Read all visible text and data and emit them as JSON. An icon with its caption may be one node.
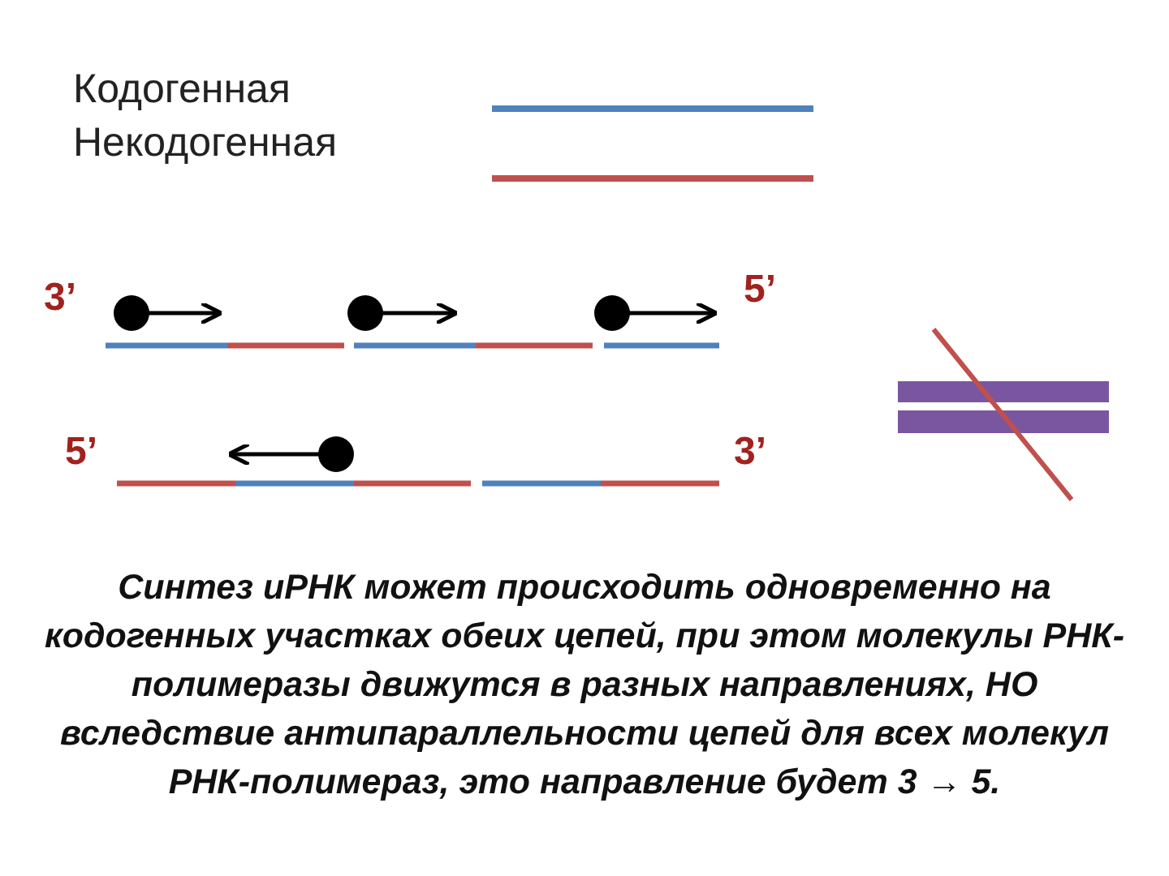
{
  "diagram": {
    "caption": "Синтез иРНК может происходить одновременно на кодогенных участках обеих цепей, при этом молекулы РНК-полимеразы движутся в разных направлениях, НО вследствие антипараллельности цепей для всех молекул РНК-полимераз, это направление будет 3 → 5.",
    "labels": [
      "3’",
      "5’",
      "5’",
      "3’"
    ],
    "legend": [
      {
        "text": "Кодогенная",
        "color": "#4f81bd"
      },
      {
        "text": "Некодогенная",
        "color": "#c0504d"
      }
    ]
  }
}
